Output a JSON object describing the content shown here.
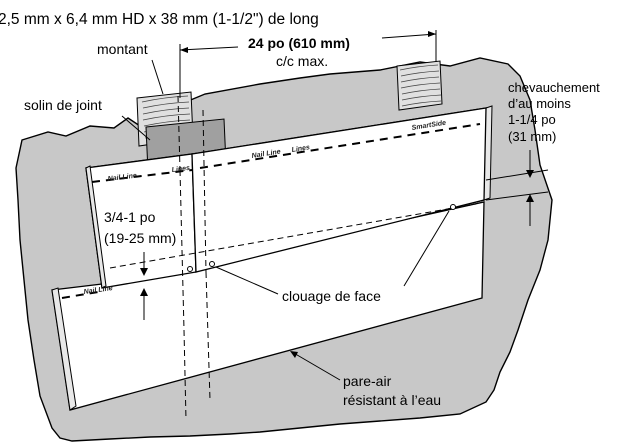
{
  "labels": {
    "nail_spec": "2,5 mm x 6,4 mm HD x 38 mm (1-1/2\") de long",
    "stud": "montant",
    "spacing": "24 po (610 mm)",
    "spacing_note": "c/c max.",
    "joint_flashing": "solin de joint",
    "overlap_line1": "chevauchement",
    "overlap_line2": "d’au moins",
    "overlap_line3": "1-1/4 po",
    "overlap_line4": "(31 mm)",
    "offset_line1": "3/4-1 po",
    "offset_line2": "(19-25 mm)",
    "face_nailing": "clouage de face",
    "air_barrier_line1": "pare-air",
    "air_barrier_line2": "résistant à l’eau"
  },
  "siding_print": {
    "nail_line": "Nail Line",
    "lines": "Lines",
    "brand": "SmartSide"
  },
  "colors": {
    "wall": "#c8c8c8",
    "flashing": "#a0a0a0",
    "board": "#ffffff",
    "line": "#000000"
  }
}
